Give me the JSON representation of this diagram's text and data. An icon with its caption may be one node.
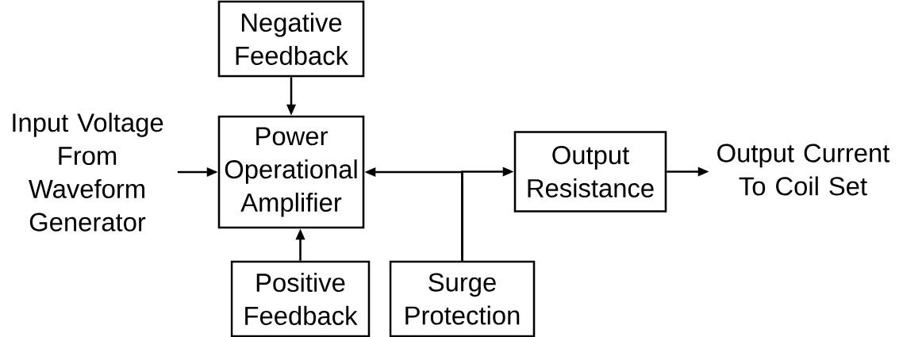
{
  "diagram": {
    "nodes": [
      {
        "text": [
          "Negative Feedback"
        ]
      },
      {
        "text": [
          "Input Voltage From Waveform Generator"
        ]
      },
      {
        "text": [
          "Power Operational Amplifier"
        ]
      },
      {
        "text": [
          "Output Resistance"
        ]
      },
      {
        "text": [
          "Output Current To Coil Set"
        ]
      },
      {
        "text": [
          "Positive Feedback"
        ]
      },
      {
        "text": [
          "Surge Protection"
        ]
      }
    ],
    "edges": [
      {
        "from": 0,
        "to": 2,
        "arrow": "to"
      },
      {
        "from": 1,
        "to": 2,
        "arrow": "to"
      },
      {
        "from": 5,
        "to": 2,
        "arrow": "to"
      },
      {
        "from": 6,
        "to": 2,
        "arrow": "to"
      },
      {
        "from": 6,
        "to": 3,
        "arrow": "to"
      },
      {
        "from": 3,
        "to": 4,
        "arrow": "to"
      }
    ]
  }
}
